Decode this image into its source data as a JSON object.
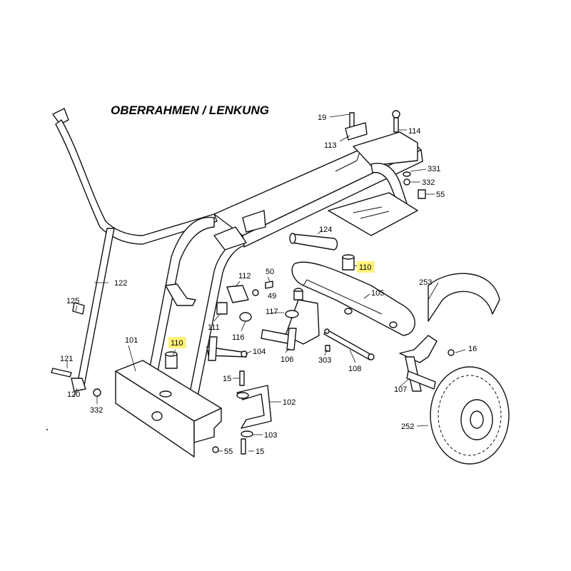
{
  "title": "OBERRAHMEN / LENKUNG",
  "highlight_color": "#fff27a",
  "callouts": [
    {
      "id": "c-19",
      "text": "19"
    },
    {
      "id": "c-113",
      "text": "113"
    },
    {
      "id": "c-114",
      "text": "114"
    },
    {
      "id": "c-331",
      "text": "331"
    },
    {
      "id": "c-332a",
      "text": "332"
    },
    {
      "id": "c-55a",
      "text": "55"
    },
    {
      "id": "c-124",
      "text": "124"
    },
    {
      "id": "c-110a",
      "text": "110",
      "highlighted": true
    },
    {
      "id": "c-122",
      "text": "122"
    },
    {
      "id": "c-112",
      "text": "112"
    },
    {
      "id": "c-50",
      "text": "50"
    },
    {
      "id": "c-49",
      "text": "49"
    },
    {
      "id": "c-105",
      "text": "105"
    },
    {
      "id": "c-253",
      "text": "253"
    },
    {
      "id": "c-125",
      "text": "125"
    },
    {
      "id": "c-111",
      "text": "111"
    },
    {
      "id": "c-117",
      "text": "117"
    },
    {
      "id": "c-116",
      "text": "116"
    },
    {
      "id": "c-101",
      "text": "101"
    },
    {
      "id": "c-110b",
      "text": "110",
      "highlighted": true
    },
    {
      "id": "c-104",
      "text": "104"
    },
    {
      "id": "c-106",
      "text": "106"
    },
    {
      "id": "c-303",
      "text": "303"
    },
    {
      "id": "c-108",
      "text": "108"
    },
    {
      "id": "c-16",
      "text": "16"
    },
    {
      "id": "c-121",
      "text": "121"
    },
    {
      "id": "c-15a",
      "text": "15"
    },
    {
      "id": "c-107",
      "text": "107"
    },
    {
      "id": "c-120",
      "text": "120"
    },
    {
      "id": "c-332b",
      "text": "332"
    },
    {
      "id": "c-102",
      "text": "102"
    },
    {
      "id": "c-252",
      "text": "252"
    },
    {
      "id": "c-103",
      "text": "103"
    },
    {
      "id": "c-55b",
      "text": "55"
    },
    {
      "id": "c-15b",
      "text": "15"
    }
  ]
}
